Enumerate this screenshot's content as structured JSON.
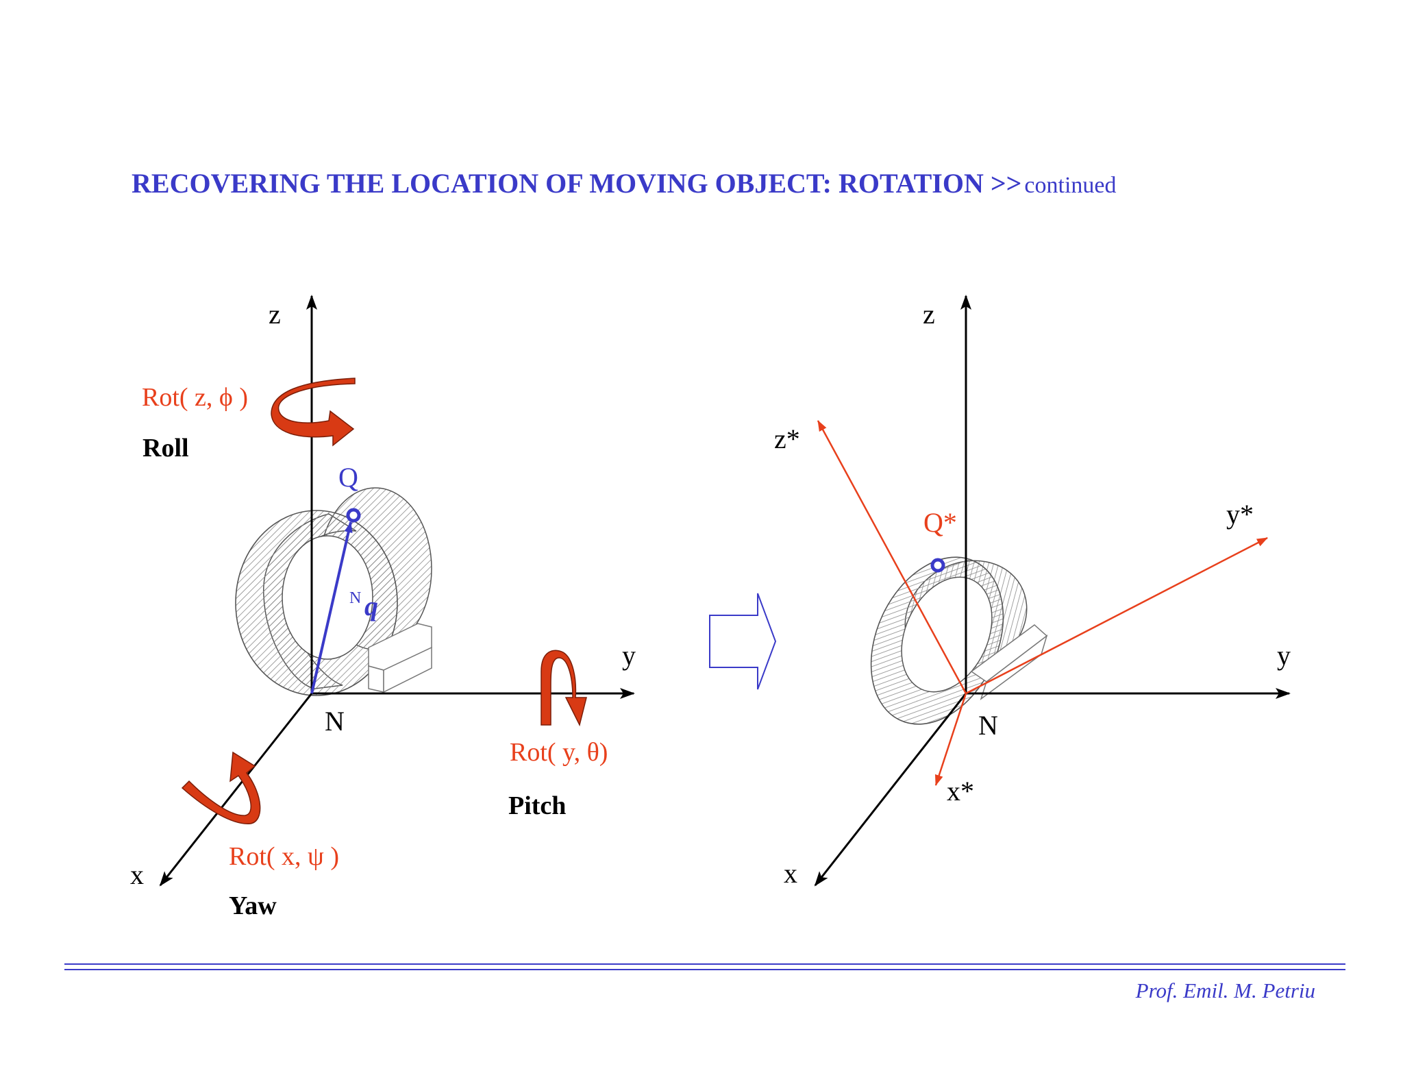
{
  "title": {
    "main": "RECOVERING THE LOCATION OF MOVING OBJECT: ROTATION >>",
    "sub": "continued"
  },
  "left": {
    "axis_z": "z",
    "axis_y": "y",
    "axis_x": "x",
    "origin": "N",
    "point": "Q",
    "vector_sup": "N",
    "vector": "q",
    "rot_z": "Rot( z, ϕ )",
    "roll": "Roll",
    "rot_y": "Rot( y, θ)",
    "pitch": "Pitch",
    "rot_x": "Rot( x, ψ )",
    "yaw": "Yaw"
  },
  "right": {
    "axis_z": "z",
    "axis_y": "y",
    "axis_x": "x",
    "origin": "N",
    "axis_z_star": "z*",
    "axis_y_star": "y*",
    "axis_x_star": "x*",
    "point_star": "Q*"
  },
  "footer": {
    "author": "Prof. Emil. M. Petriu"
  },
  "colors": {
    "title_blue": "#3a3ac8",
    "rotation_red": "#e8401c",
    "arrow_fill": "#d83a14",
    "axis_black": "#000000",
    "hatch_gray": "#8a8a8a"
  }
}
